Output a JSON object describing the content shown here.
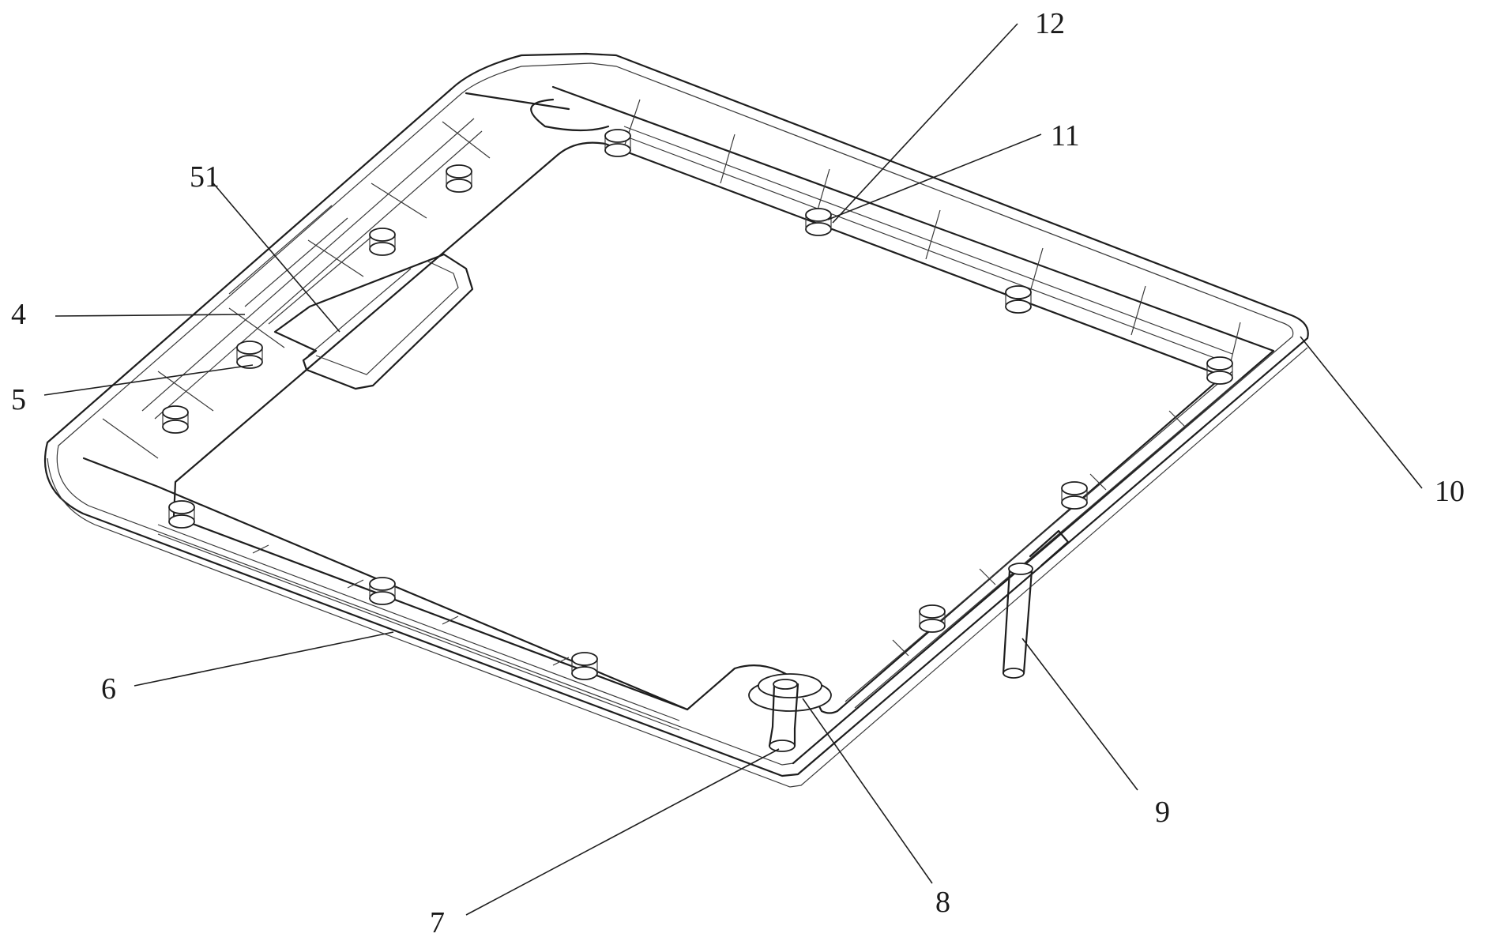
{
  "figure": {
    "labels": {
      "l12": "12",
      "l11": "11",
      "l51": "51",
      "l4": "4",
      "l5": "5",
      "l10": "10",
      "l6": "6",
      "l9": "9",
      "l8": "8",
      "l7": "7"
    }
  }
}
